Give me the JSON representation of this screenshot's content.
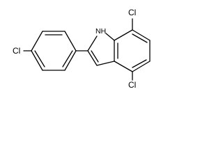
{
  "molecule": {
    "atoms": {
      "cl_top_right": "Cl",
      "cl_bottom_right": "Cl",
      "cl_left": "Cl",
      "nh": "NH"
    }
  }
}
